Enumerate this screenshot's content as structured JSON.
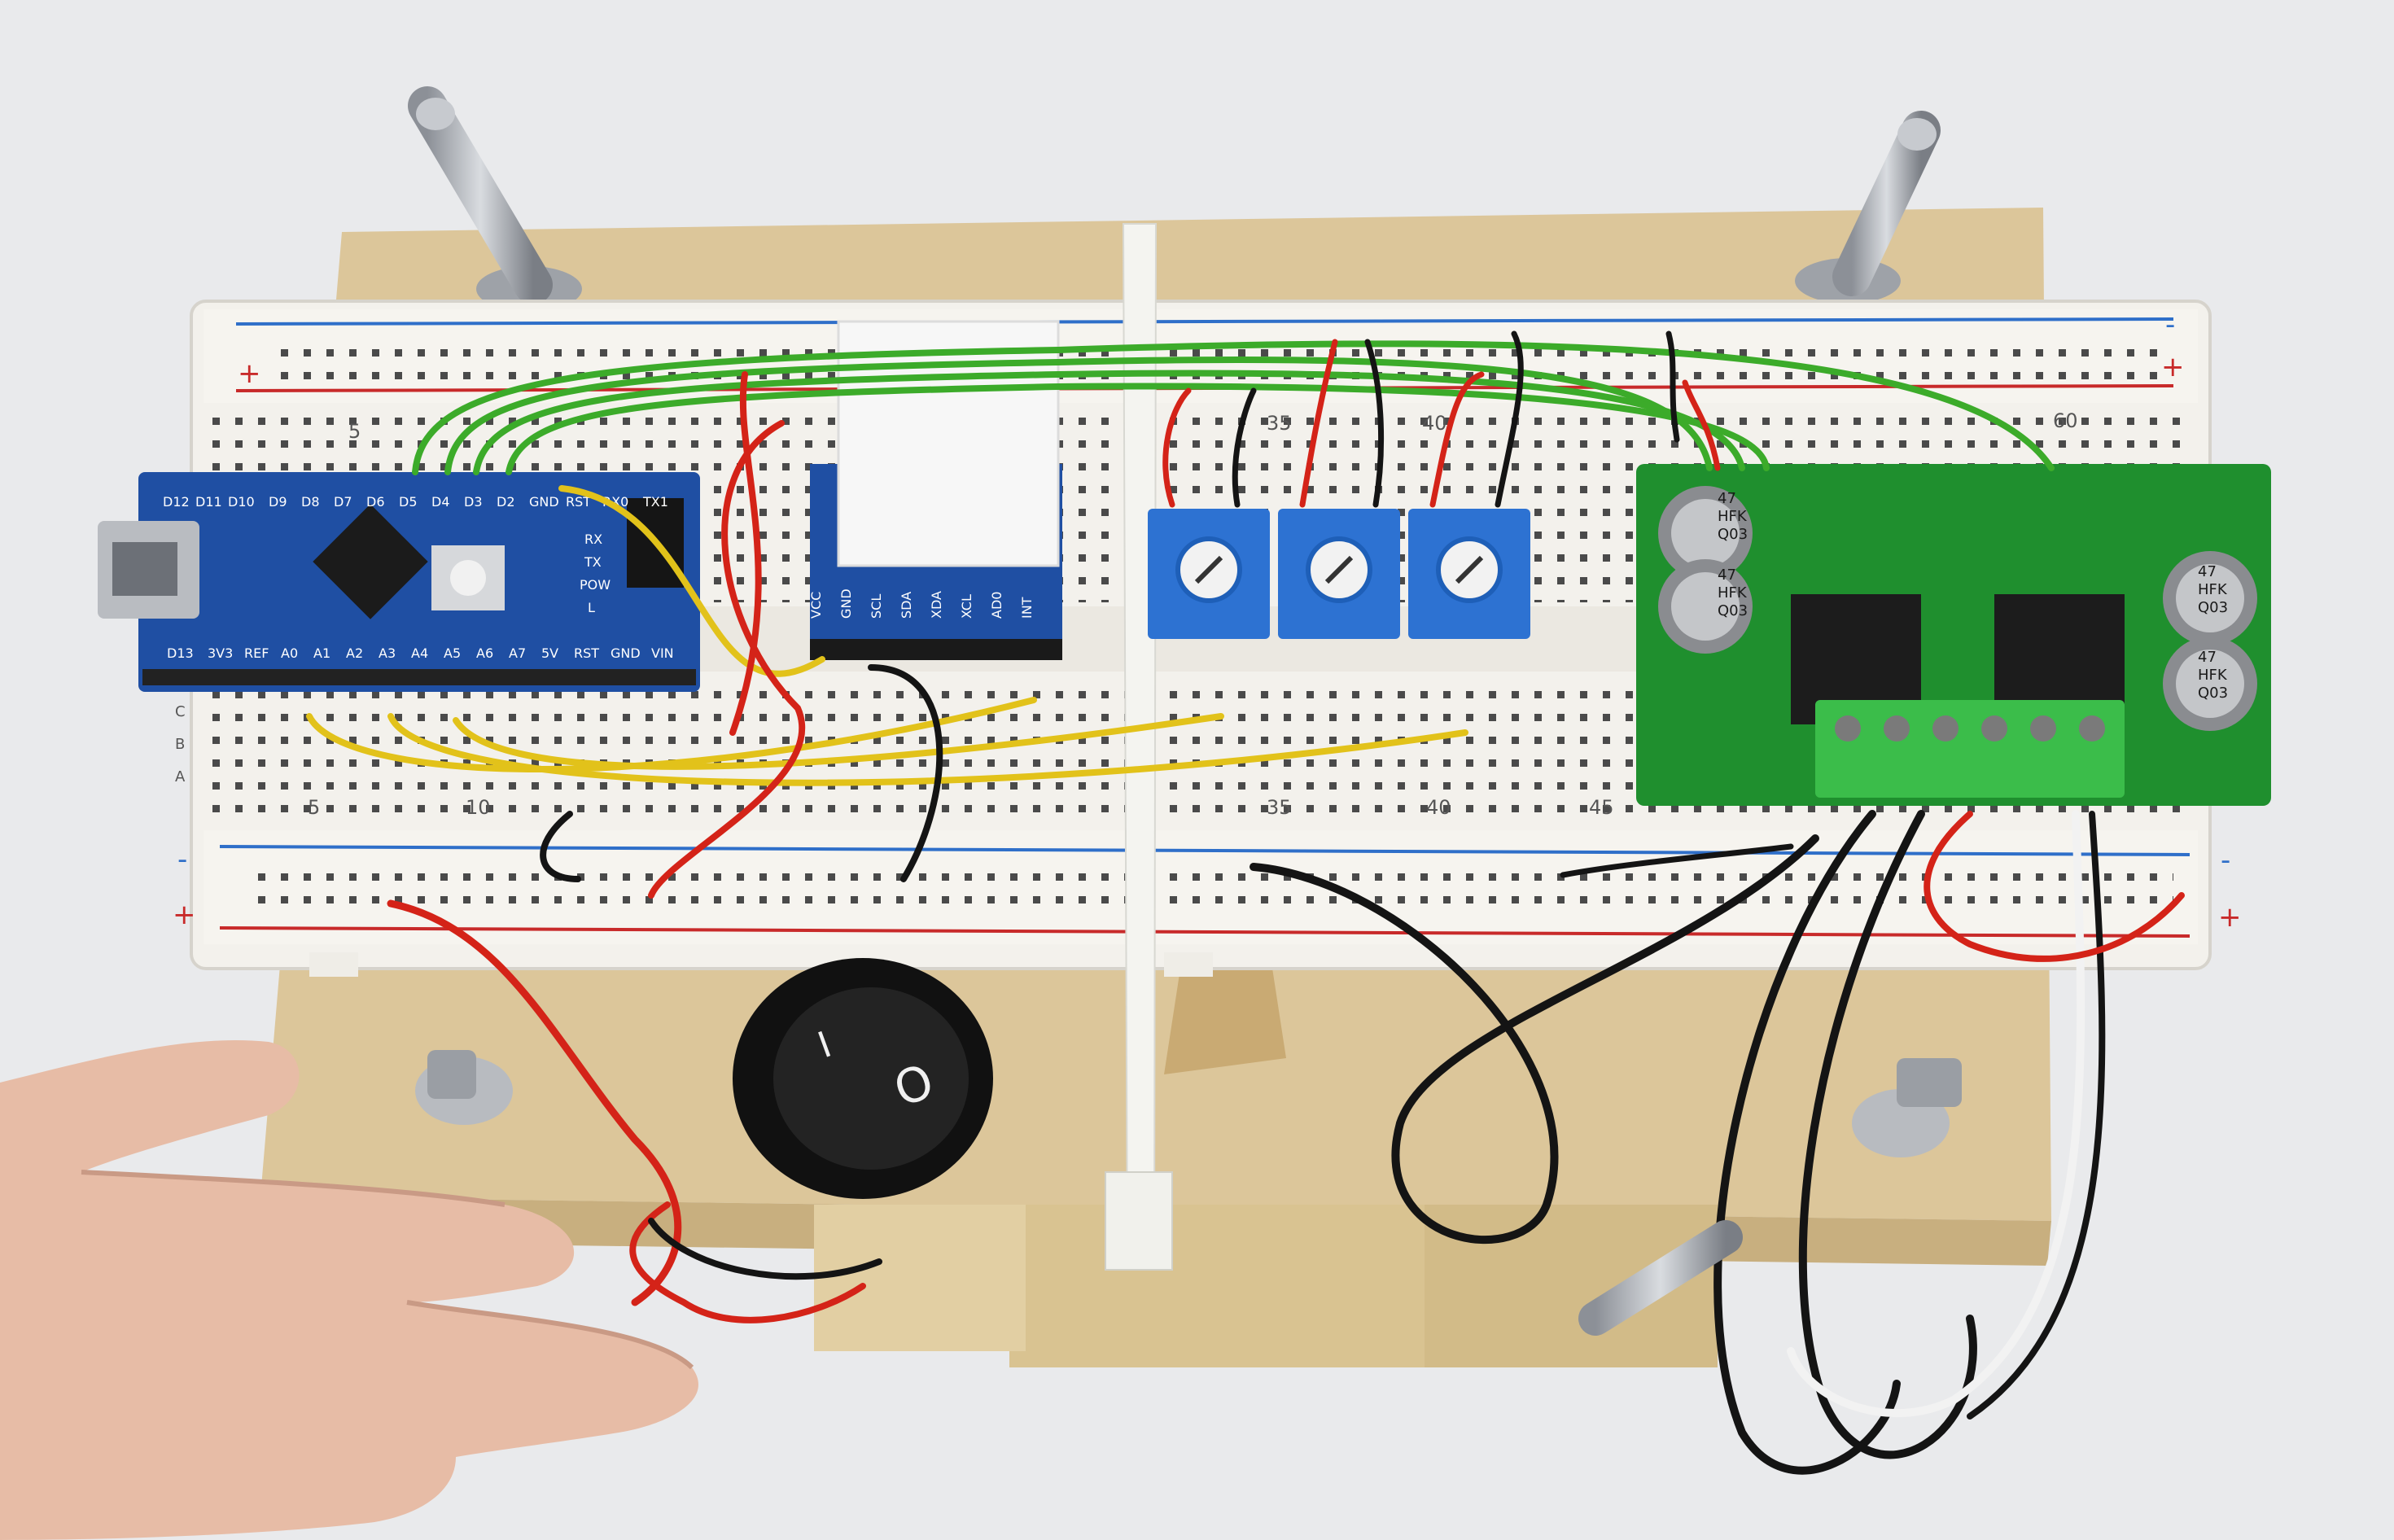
{
  "breadboard": {
    "column_numbers_top": [
      "5",
      "35",
      "40",
      "60"
    ],
    "column_numbers_bottom": [
      "5",
      "10",
      "35",
      "40",
      "45"
    ],
    "row_letters": [
      "A",
      "B",
      "C"
    ],
    "rail_plus": "+",
    "rail_minus": "-"
  },
  "arduino_nano": {
    "top_pins": [
      "D12",
      "D11",
      "D10",
      "D9",
      "D8",
      "D7",
      "D6",
      "D5",
      "D4",
      "D3",
      "D2",
      "GND",
      "RST",
      "RX0",
      "TX1"
    ],
    "bottom_pins": [
      "D13",
      "3V3",
      "REF",
      "A0",
      "A1",
      "A2",
      "A3",
      "A4",
      "A5",
      "A6",
      "A7",
      "5V",
      "RST",
      "GND",
      "VIN"
    ],
    "leds": [
      "RX",
      "TX",
      "POW",
      "L"
    ]
  },
  "imu_module": {
    "pins": [
      "VCC",
      "GND",
      "SCL",
      "SDA",
      "XDA",
      "XCL",
      "AD0",
      "INT"
    ]
  },
  "motor_driver": {
    "capacitor_text": [
      "47",
      "HFK",
      "Q03"
    ]
  },
  "switch": {
    "on_symbol": "I",
    "off_symbol": "O"
  },
  "colors": {
    "background": "#e9eaec",
    "wood": "#dcc69a",
    "breadboard": "#f3f1ec",
    "nano_pcb": "#1f4fa3",
    "driver_pcb": "#1f8f2e",
    "wire_green": "#3cab2a",
    "wire_yellow": "#e2c21a",
    "wire_red": "#d42318",
    "wire_black": "#141414"
  }
}
